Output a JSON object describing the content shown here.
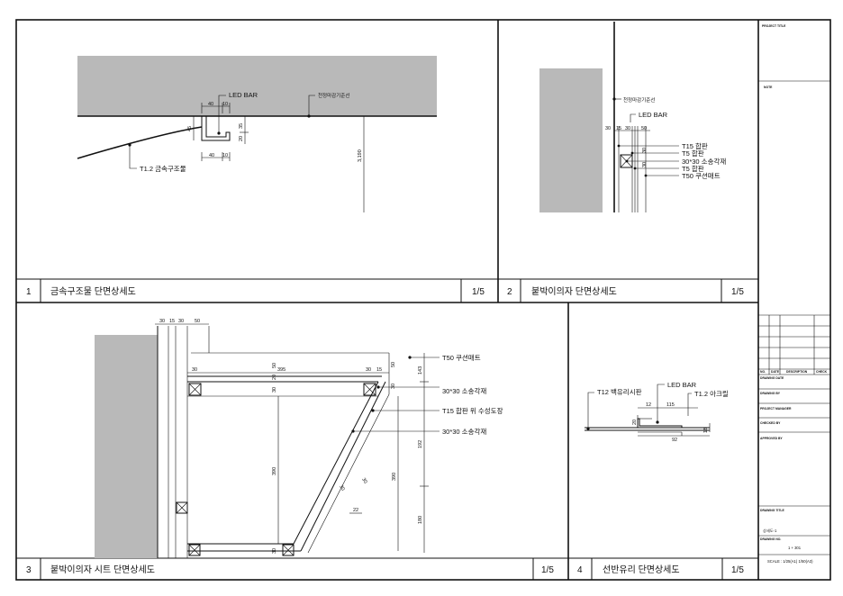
{
  "sheet": {
    "title_block": {
      "project_title": "PROJECT TITLE",
      "note": "NOTE",
      "rev_no": "NO.",
      "rev_date": "DATE",
      "rev_description": "DESCRIPTION",
      "rev_check": "CHECK",
      "drawing_date": "DRAWING DATE",
      "drawing_by": "DRAWING BY",
      "project_manager": "PROJECT MANAGER",
      "checked_by": "CHECKED BY",
      "approved_by": "APPROVED BY",
      "drawing_title": "DRAWING TITLE",
      "drawing_title_value": "상세도-1",
      "drawing_no": "DRAWING NO.",
      "drawing_no_value": "1 + 301",
      "scale": "SCALE : 1/25(A1)  1/50(A3)"
    },
    "panels": [
      {
        "no": "1",
        "title": "금속구조물 단면상세도",
        "scale": "1/5",
        "labels": {
          "led": "LED BAR",
          "ceiling": "천정마감기준선",
          "metal": "T1.2 금속구조물"
        },
        "dims": {
          "d40a": "40",
          "d10a": "10",
          "d45": "45",
          "d35": "35",
          "d20": "20",
          "d40b": "40",
          "d10b": "10",
          "d3190": "3,190"
        }
      },
      {
        "no": "2",
        "title": "붙박이의자 단면상세도",
        "scale": "1/5",
        "labels": {
          "ceiling": "천정마감기준선",
          "led": "LED BAR",
          "t15": "T15 합판",
          "t5a": "T5 합판",
          "pipe": "30*30 소송각재",
          "t5b": "T5 합판",
          "t50": "T50 쿠션매트"
        },
        "dims": {
          "d30": "30",
          "d15": "15",
          "d30b": "30",
          "d50": "50",
          "dv30": "30",
          "dv30b": "30"
        }
      },
      {
        "no": "3",
        "title": "붙박이의자 시트 단면상세도",
        "scale": "1/5",
        "labels": {
          "t50": "T50 쿠션매트",
          "pipe1": "30*30 소송각재",
          "t15": "T15 합판 위 수성도장",
          "pipe2": "30*30 소송각재"
        },
        "dims": {
          "t30": "30",
          "t15": "15",
          "t30b": "30",
          "t50": "50",
          "h30": "30",
          "h50": "50",
          "h395": "395",
          "h30b": "30",
          "h15": "15",
          "v30": "30",
          "v20": "20",
          "v50": "50",
          "v30b": "30",
          "r143": "143",
          "r192": "192",
          "r180": "180",
          "v390a": "390",
          "v390b": "390",
          "d30c": "30",
          "d30d": "30",
          "d22": "22",
          "b30": "30"
        }
      },
      {
        "no": "4",
        "title": "선반유리 단면상세도",
        "scale": "1/5",
        "labels": {
          "glass": "T12 백유리시판",
          "led": "LED BAR",
          "acrylic": "T1.2 아크릴"
        },
        "dims": {
          "d12": "12",
          "d115": "115",
          "d20": "20",
          "d18": "18",
          "d92": "92"
        }
      }
    ]
  }
}
